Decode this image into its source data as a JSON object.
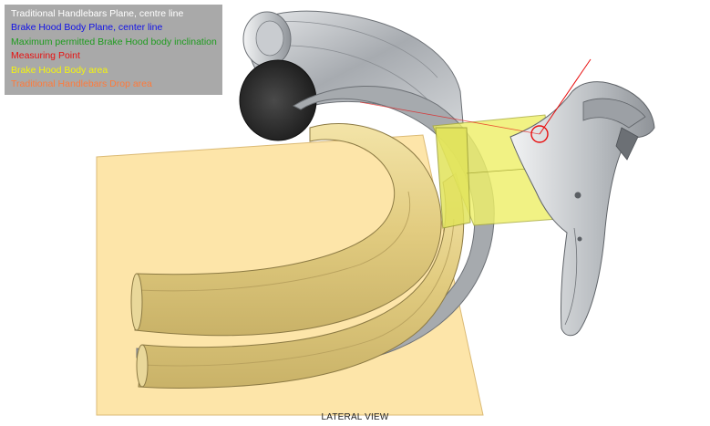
{
  "legend": {
    "items": [
      {
        "label": "Traditional Handlebars Plane, centre line",
        "color": "#ffffff"
      },
      {
        "label": "Brake Hood Body Plane, center line",
        "color": "#1010e8"
      },
      {
        "label": "Maximum permitted Brake Hood body inclination",
        "color": "#1e9c1e"
      },
      {
        "label": "Measuring Point",
        "color": "#e81010"
      },
      {
        "label": "Brake Hood Body area",
        "color": "#f4f40e"
      },
      {
        "label": "Traditional Handlebars Drop area",
        "color": "#ff7a3a"
      }
    ]
  },
  "caption": "LATERAL VIEW",
  "colors": {
    "drop_area_fill": "#fde3a2",
    "hood_area_fill": "#eef06a",
    "bar_metal": "#b8bcc0",
    "tape": "#ead68e",
    "measuring_point": "#e81010"
  }
}
